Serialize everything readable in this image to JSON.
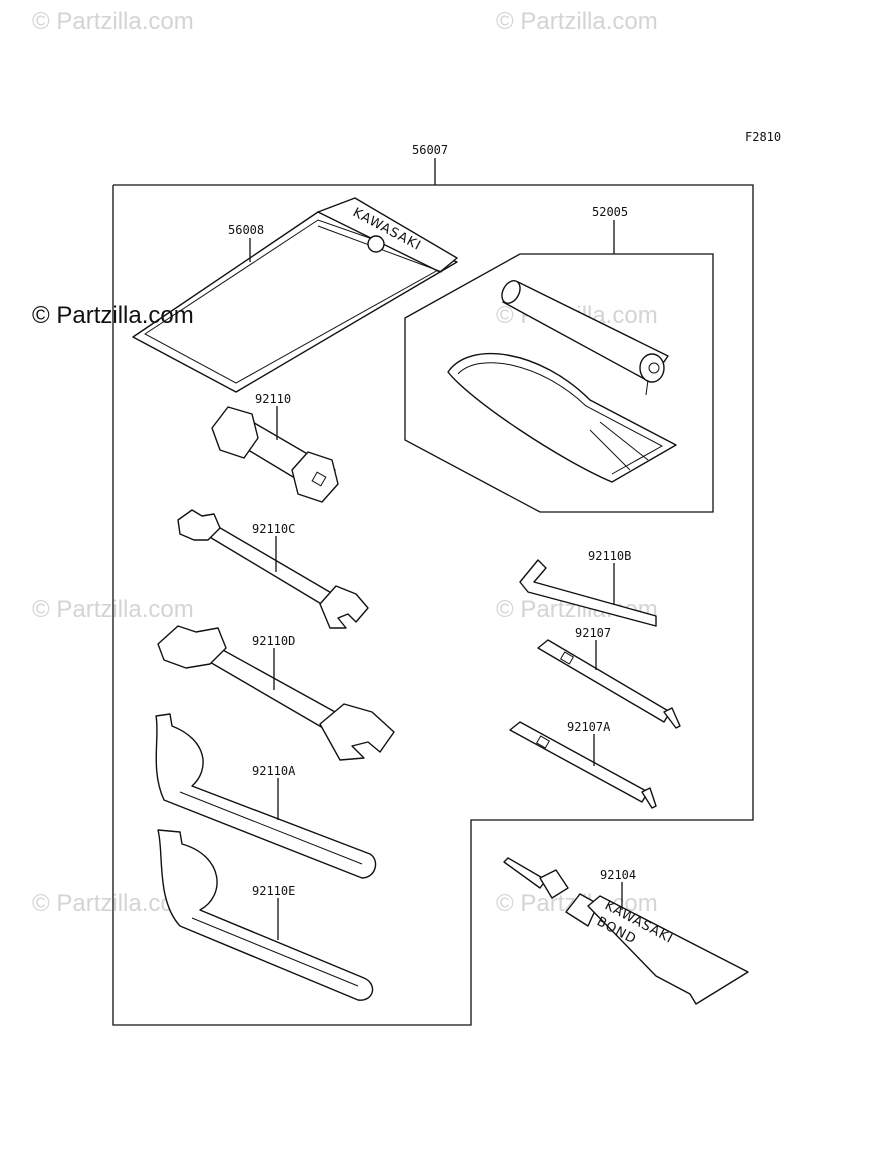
{
  "watermarks": {
    "faint": "© Partzilla.com",
    "main": "© Partzilla.com"
  },
  "figure_code": "F2810",
  "parts": {
    "kit": "56007",
    "pouch": "56008",
    "tire_kit": "52005",
    "plug_wrench": "92110",
    "wrench_c": "92110C",
    "wrench_d": "92110D",
    "hook_a": "92110A",
    "hook_e": "92110E",
    "hex_key": "92110B",
    "driver": "92107",
    "driver_a": "92107A",
    "bond": "92104"
  },
  "brand_text": {
    "pouch": "KAWASAKI",
    "tube_top": "KAWASAKI",
    "tube_bottom": "BOND"
  },
  "colors": {
    "line": "#111111",
    "watermark": "#d4d4d4"
  }
}
